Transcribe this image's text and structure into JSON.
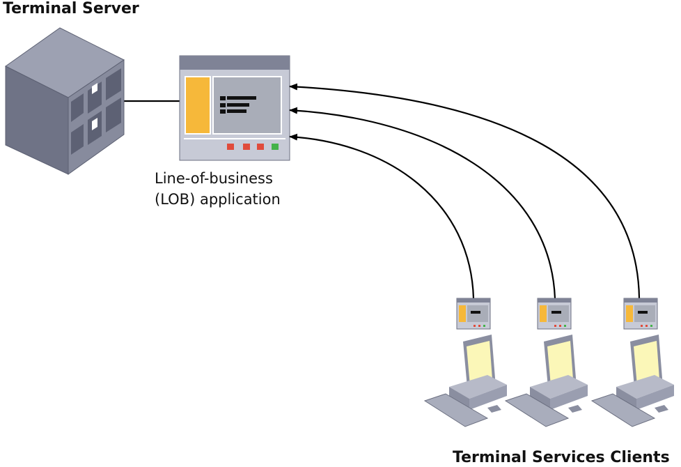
{
  "server": {
    "title": "Terminal Server"
  },
  "lob_app": {
    "line1": "Line-of-business",
    "line2": "(LOB) application"
  },
  "clients": {
    "title": "Terminal Services Clients",
    "count": 3
  },
  "colors": {
    "server_front": "#7f8396",
    "server_side": "#6f7386",
    "server_top": "#9da1b2",
    "window_frame": "#c7cad6",
    "window_titlebar": "#7f8396",
    "window_pane": "#a9adb8",
    "accent_yellow": "#f6b83a",
    "status_red": "#e04b3b",
    "status_green": "#44b24a",
    "monitor_screen": "#fbf7b8",
    "wire": "#000000"
  },
  "icons": {
    "server": "server-icon",
    "app_window": "application-window-icon",
    "client_window": "client-window-icon",
    "workstation": "workstation-icon",
    "connection": "arrow-connection-icon"
  }
}
